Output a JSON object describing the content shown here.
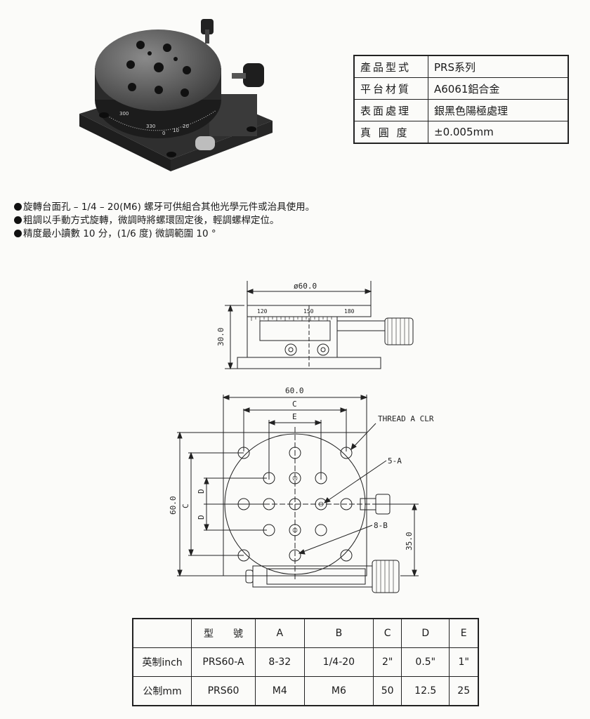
{
  "spec": {
    "rows": [
      {
        "key": "產品型式",
        "value": "PRS系列"
      },
      {
        "key": "平台材質",
        "value": "A6061鋁合金"
      },
      {
        "key": "表面處理",
        "value": "銀黑色陽極處理"
      },
      {
        "key": "真 圓 度",
        "value": "±0.005mm"
      }
    ]
  },
  "bullets": [
    "旋轉台面孔 – 1/4 – 20(M6) 螺牙可供組合其他光學元件或治具使用。",
    "粗調以手動方式旋轉，微調時將螺環固定後，輕調螺桿定位。",
    "精度最小讀數 10 分，(1/6 度) 微調範圍 10 °"
  ],
  "photo": {
    "scale_labels": [
      "300",
      "330",
      "0",
      "10",
      "20"
    ]
  },
  "drawing_side": {
    "diameter": "ø60.0",
    "scale_ticks": [
      "120",
      "150",
      "180"
    ],
    "height": "30.0"
  },
  "drawing_top": {
    "width": "60.0",
    "height": "60.0",
    "dim_c": "C",
    "dim_e": "E",
    "dim_d": "D",
    "dim_35": "35.0",
    "callout_thread": "THREAD A CLR",
    "callout_5a": "5-A",
    "callout_8b": "8-B"
  },
  "model_table": {
    "header": [
      "",
      "型　　號",
      "A",
      "B",
      "C",
      "D",
      "E"
    ],
    "rows": [
      [
        "英制inch",
        "PRS60-A",
        "8-32",
        "1/4-20",
        "2\"",
        "0.5\"",
        "1\""
      ],
      [
        "公制mm",
        "PRS60",
        "M4",
        "M6",
        "50",
        "12.5",
        "25"
      ]
    ]
  }
}
